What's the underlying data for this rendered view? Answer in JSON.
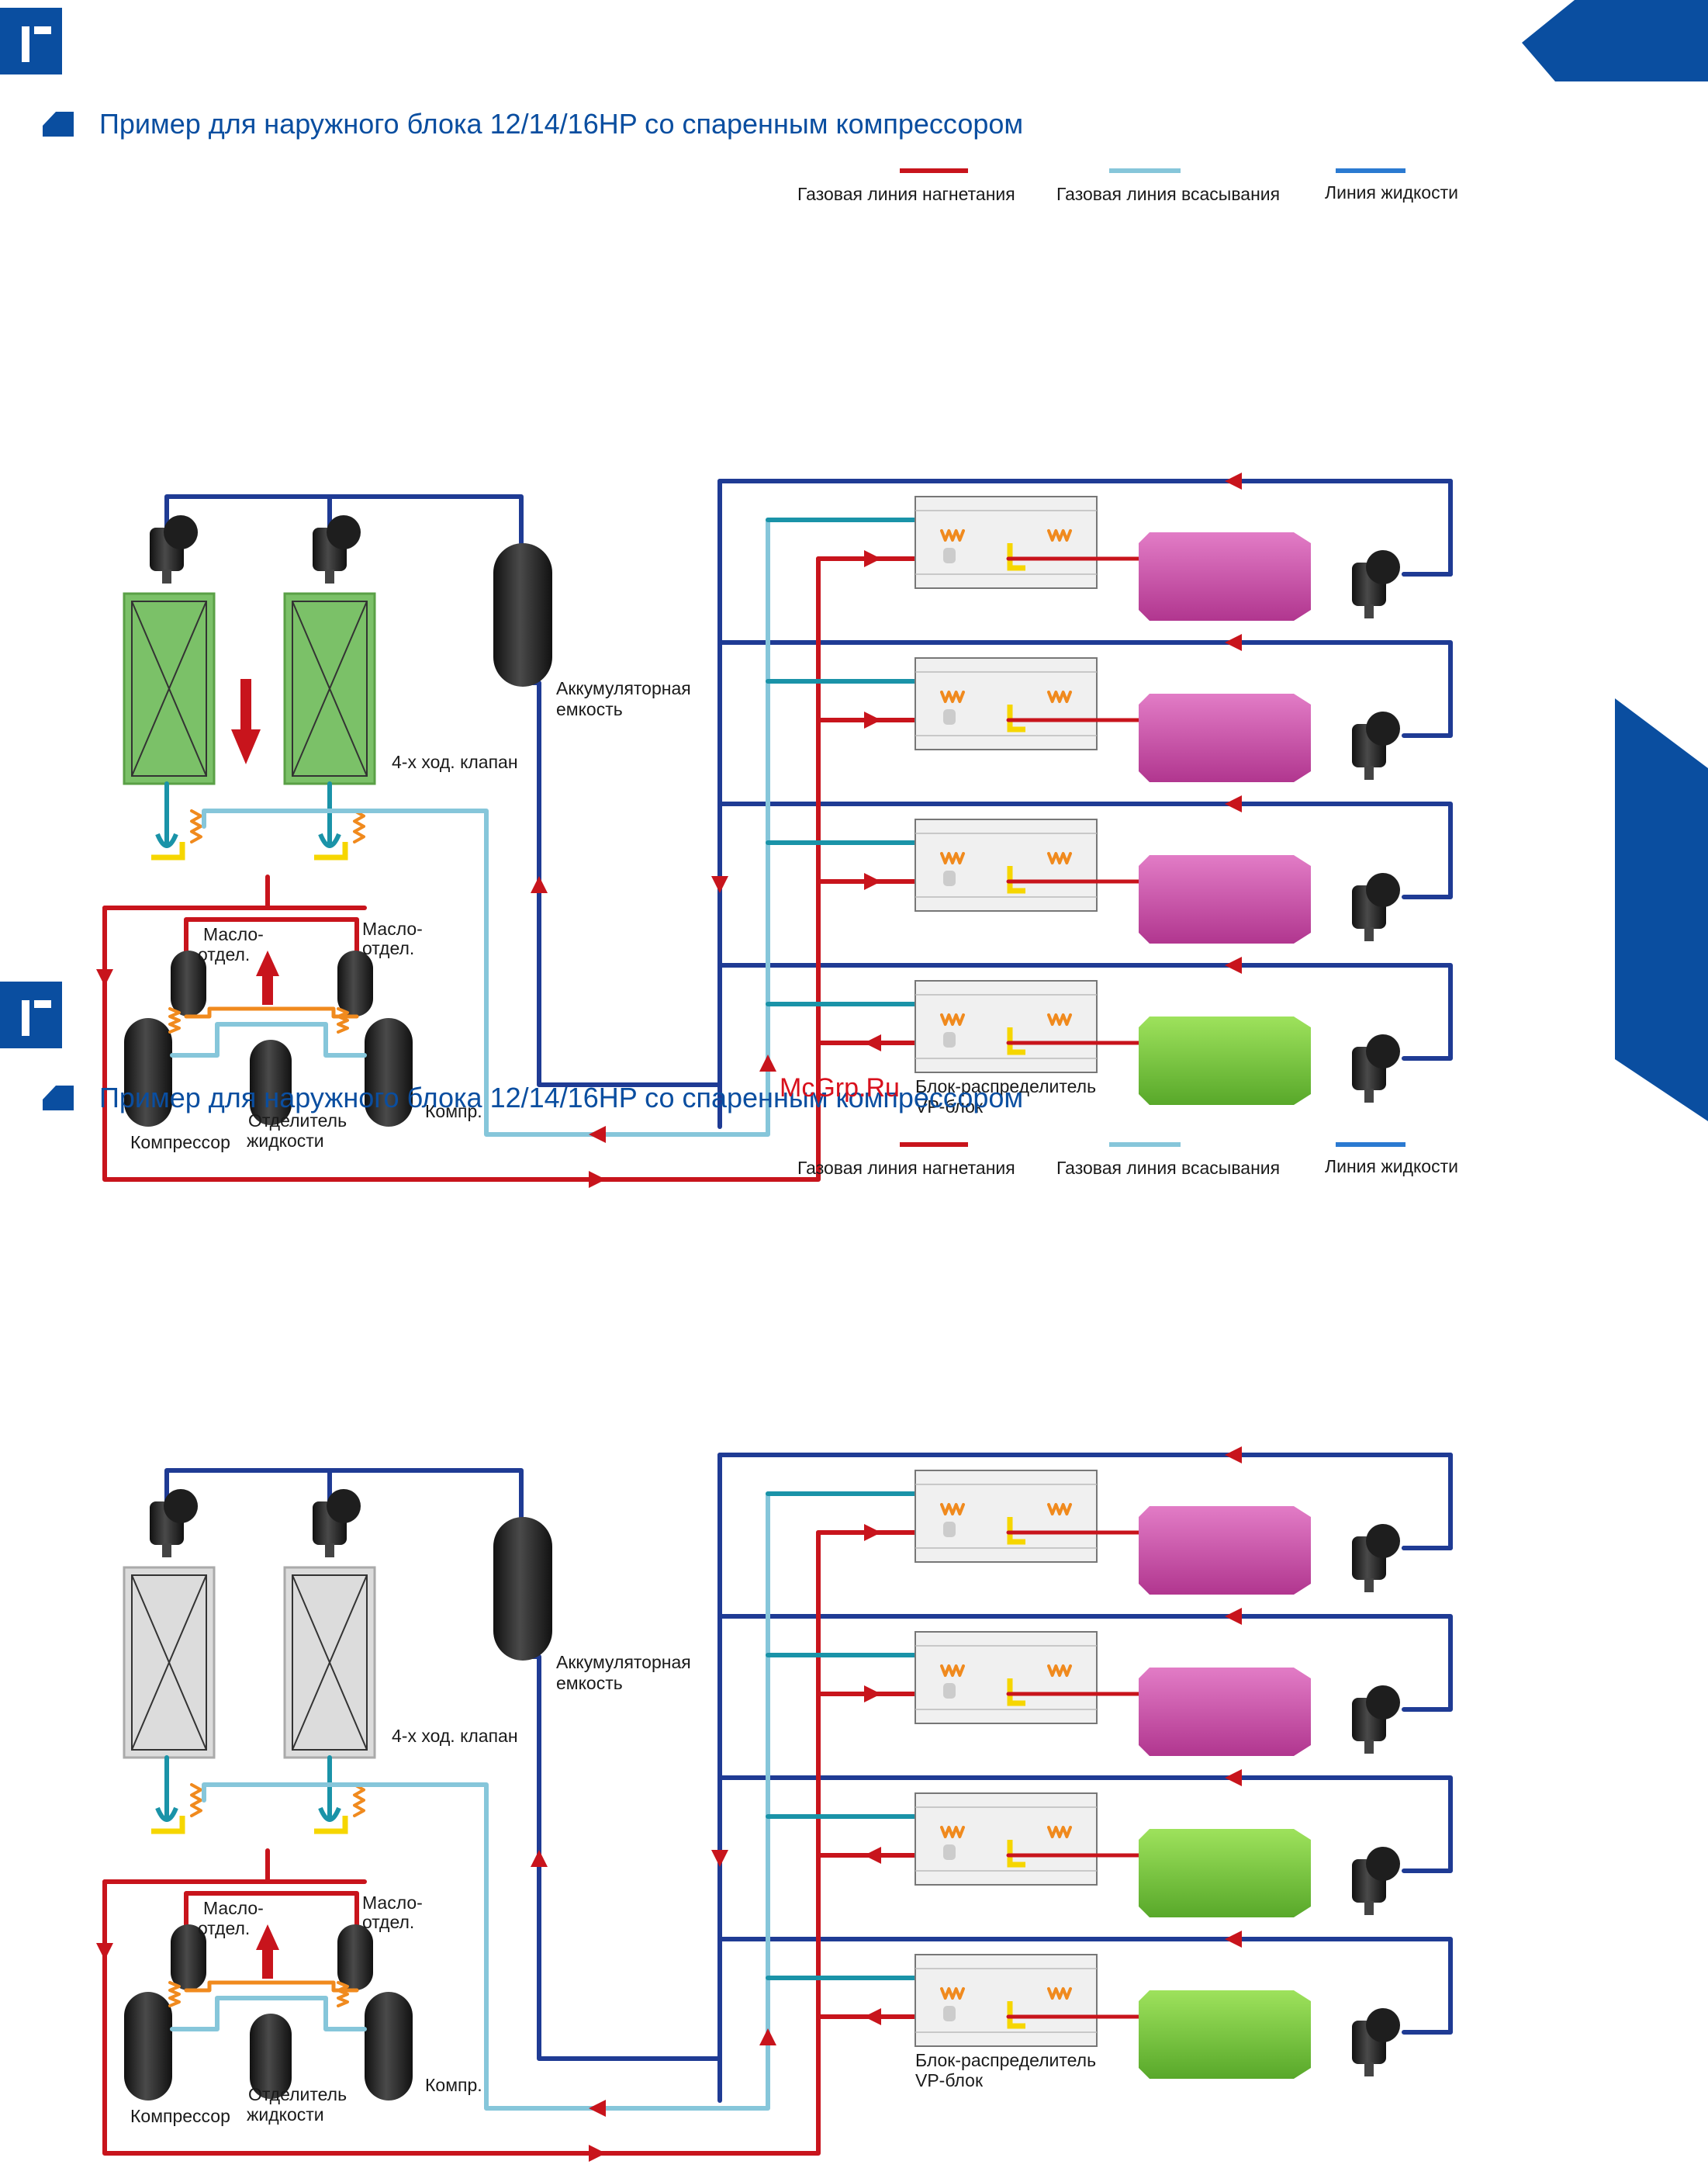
{
  "colors": {
    "brand_blue": "#0a4ea0",
    "discharge_red": "#c8141c",
    "suction_light": "#86c6da",
    "liquid_blue": "#1f3b94",
    "teal": "#1a93a8",
    "coil_green": "#7bc168",
    "coil_gray": "#dcdcdc",
    "indoor_magenta": "#c64ea6",
    "indoor_green": "#6cc23a",
    "compressor_black": "#2b2b2b",
    "heat_orange": "#f08a1e",
    "joint_yellow": "#f6d600",
    "watermark_red": "#d8101c"
  },
  "icons": [
    "section-icon",
    "diamond-bullet-icon",
    "valve-icon",
    "flow-arrow-icon",
    "heat-exchanger-icon"
  ],
  "watermark": "McGrp.Ru",
  "diagrams": [
    {
      "title": "Пример для наружного блока 12/14/16HP со спаренным компрессором",
      "mode": "cooling",
      "legend": {
        "discharge": "Газовая линия нагнетания",
        "suction": "Газовая линия всасывания",
        "liquid": "Линия жидкости"
      },
      "labels": {
        "accumulator_1": "Аккумуляторная",
        "accumulator_2": "емкость",
        "four_way_valve": "4-х ход. клапан",
        "oil_sep_left_1": "Масло-",
        "oil_sep_left_2": "отдел.",
        "oil_sep_right_1": "Масло-",
        "oil_sep_right_2": "отдел.",
        "compressor": "Компрессор",
        "liquid_sep_1": "Отделитель",
        "liquid_sep_2": "жидкости",
        "compr": "Компр.",
        "vp_block_1": "Блок-распределитель",
        "vp_block_2": "VP-блок"
      },
      "indoor_units": [
        "magenta",
        "magenta",
        "magenta",
        "green"
      ]
    },
    {
      "title": "Пример для наружного блока 12/14/16HP со спаренным компрессором",
      "mode": "heating",
      "legend": {
        "discharge": "Газовая линия нагнетания",
        "suction": "Газовая линия всасывания",
        "liquid": "Линия жидкости"
      },
      "labels": {
        "accumulator_1": "Аккумуляторная",
        "accumulator_2": "емкость",
        "four_way_valve": "4-х ход. клапан",
        "oil_sep_left_1": "Масло-",
        "oil_sep_left_2": "отдел.",
        "oil_sep_right_1": "Масло-",
        "oil_sep_right_2": "отдел.",
        "compressor": "Компрессор",
        "liquid_sep_1": "Отделитель",
        "liquid_sep_2": "жидкости",
        "compr": "Компр.",
        "vp_block_1": "Блок-распределитель",
        "vp_block_2": "VP-блок"
      },
      "indoor_units": [
        "magenta",
        "magenta",
        "green",
        "green"
      ]
    }
  ]
}
